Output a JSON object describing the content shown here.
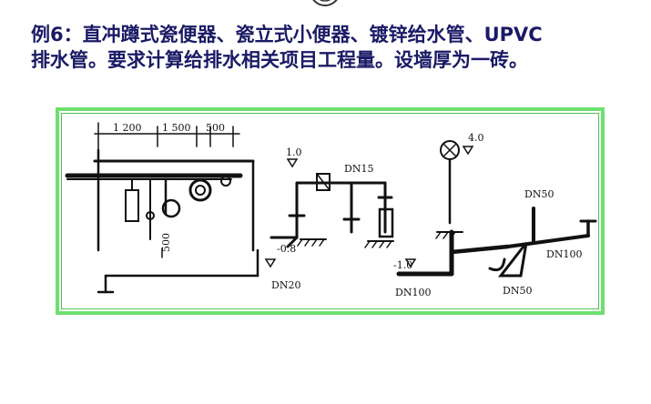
{
  "title": {
    "line1": "例6：直冲蹲式瓷便器、瓷立式小便器、镀锌给水管、UPVC",
    "line2": "排水管。要求计算给排水相关项目工程量。设墙厚为一砖。"
  },
  "diagram": {
    "dimensions": [
      "1 200",
      "1 500",
      "500"
    ],
    "plan_vertical_dim": "500",
    "elevations": {
      "supply_top": "1.0",
      "supply_bottom": "-0.8",
      "vent_top": "4.0",
      "drain_bottom": "-1.0"
    },
    "pipe_labels": {
      "supply_inlet": "DN20",
      "supply_branch": "DN15",
      "drain_branch_top": "DN50",
      "drain_main_right": "DN100",
      "drain_main_left": "DN100",
      "drain_trap": "DN50"
    }
  },
  "colors": {
    "title": "#1a1a66",
    "frame_border": "#6fe06f",
    "ink": "#111111"
  }
}
